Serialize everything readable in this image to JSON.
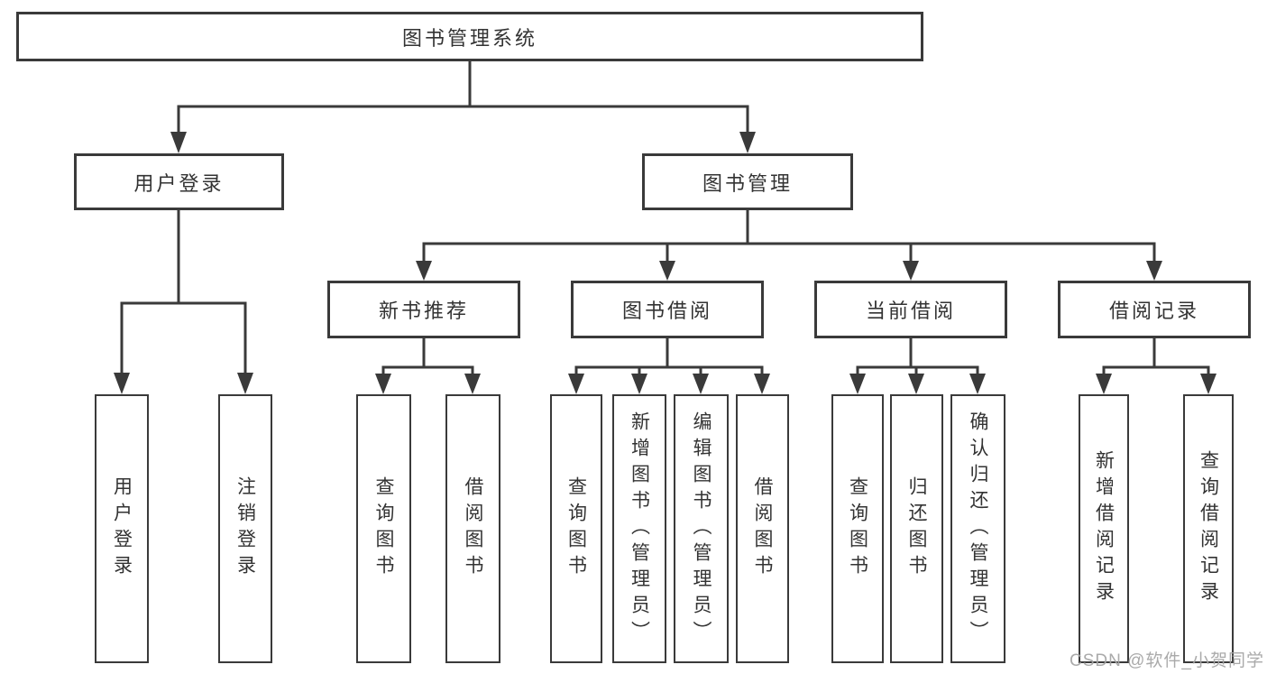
{
  "page": {
    "background_color": "#ffffff",
    "line_color": "#3a3a3a",
    "text_color": "#333333",
    "watermark_color": "#a5a5a5"
  },
  "watermark": {
    "text": "CSDN @软件_小贺同学"
  },
  "tree": {
    "root": {
      "label": "图书管理系统"
    },
    "level2": [
      {
        "label": "用户登录"
      },
      {
        "label": "图书管理"
      }
    ],
    "level3": [
      {
        "label": "新书推荐"
      },
      {
        "label": "图书借阅"
      },
      {
        "label": "当前借阅"
      },
      {
        "label": "借阅记录"
      }
    ],
    "leaves": {
      "user_login": [
        {
          "label": "用户登录"
        },
        {
          "label": "注销登录"
        }
      ],
      "new_book_rec": [
        {
          "label": "查询图书"
        },
        {
          "label": "借阅图书"
        }
      ],
      "book_borrow": [
        {
          "label": "查询图书"
        },
        {
          "label": "新增图书（管理员）"
        },
        {
          "label": "编辑图书（管理员）"
        },
        {
          "label": "借阅图书"
        }
      ],
      "current_borrow": [
        {
          "label": "查询图书"
        },
        {
          "label": "归还图书"
        },
        {
          "label": "确认归还（管理员）"
        }
      ],
      "borrow_records": [
        {
          "label": "新增借阅记录"
        },
        {
          "label": "查询借阅记录"
        }
      ]
    }
  }
}
